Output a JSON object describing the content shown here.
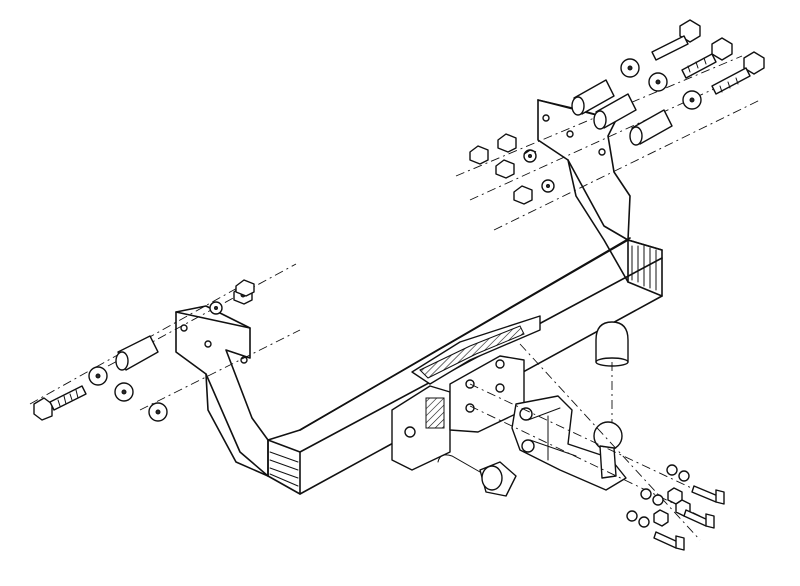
{
  "drawing": {
    "type": "exploded-assembly",
    "ink_color": "#111111",
    "background_color": "#ffffff"
  },
  "parts": {
    "left_bracket_bolts": 1,
    "left_spacer_tubes": 1,
    "left_washers": 4,
    "left_nuts": 2,
    "right_bracket_bolts": 3,
    "right_spacer_tubes": 3,
    "right_washers": 5,
    "right_nuts": 5,
    "ball_mount_bolts": 3,
    "ball_mount_washers": 6,
    "ball_mount_nuts": 3
  }
}
